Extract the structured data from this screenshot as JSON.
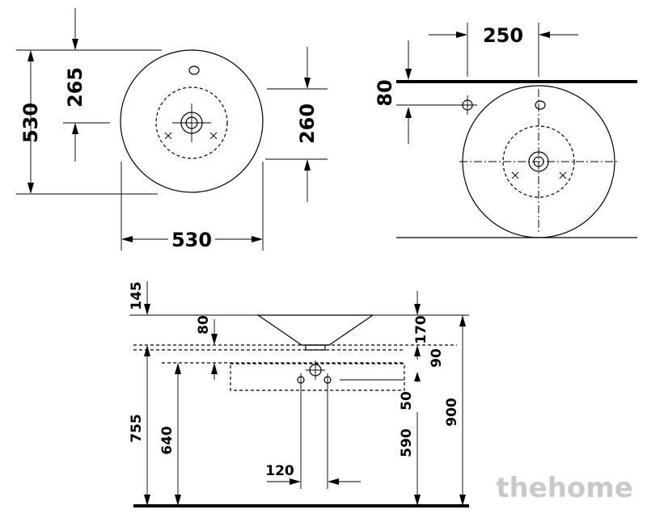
{
  "top_view": {
    "width_label": "530",
    "height_label": "530",
    "offset_top_label": "265",
    "offset_right_label": "260"
  },
  "wall_view": {
    "offset_label": "250",
    "wall_gap_label": "80"
  },
  "side_view": {
    "dim_145": "145",
    "dim_80": "80",
    "dim_170": "170",
    "dim_90": "90",
    "dim_50": "50",
    "dim_755": "755",
    "dim_640": "640",
    "dim_590": "590",
    "dim_900": "900",
    "dim_120": "120"
  },
  "watermark": "thehome"
}
